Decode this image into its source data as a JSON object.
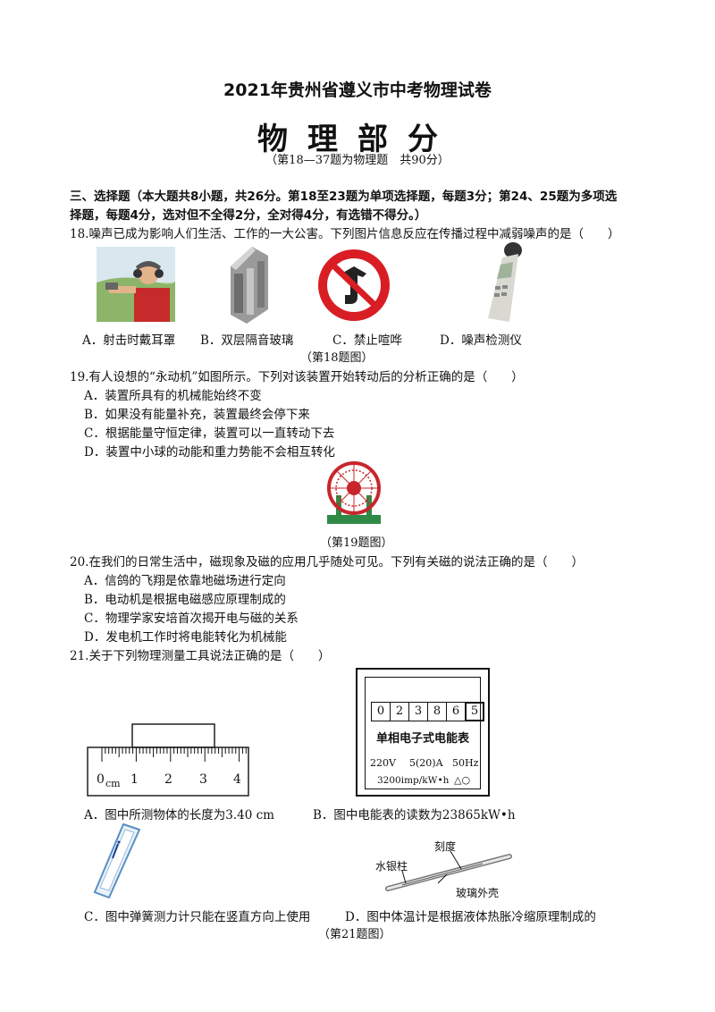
{
  "header": {
    "title": "2021年贵州省遵义市中考物理试卷",
    "section_big": "物理部分",
    "section_note": "（第18—37题为物理题　共90分）"
  },
  "section": {
    "line1": "三、选择题（本大题共8小题，共26分。第18至23题为单项选择题，每题3分；第24、25题为多项选",
    "line2": "择题，每题4分，选对但不全得2分，全对得4分，有选错不得分。）"
  },
  "q18": {
    "stem": "18.噪声已成为影响人们生活、工作的一大公害。下列图片信息反应在传播过程中减弱噪声的是（　　）",
    "opt_a": "A．射击时戴耳罩",
    "opt_b": "B．双层隔音玻璃",
    "opt_c": "C．禁止喧哗",
    "opt_d": "D．噪声检测仪",
    "caption": "（第18题图）"
  },
  "q19": {
    "stem": "19.有人设想的“永动机”如图所示。下列对该装置开始转动后的分析正确的是（　　）",
    "opt_a": "A．装置所具有的机械能始终不变",
    "opt_b": "B．如果没有能量补充，装置最终会停下来",
    "opt_c": "C．根据能量守恒定律，装置可以一直转动下去",
    "opt_d": "D．装置中小球的动能和重力势能不会相互转化",
    "caption": "（第19题图）"
  },
  "q20": {
    "stem": "20.在我们的日常生活中，磁现象及磁的应用几乎随处可见。下列有关磁的说法正确的是（　　）",
    "opt_a": "A．信鸽的飞翔是依靠地磁场进行定向",
    "opt_b": "B．电动机是根据电磁感应原理制成的",
    "opt_c": "C．物理学家安培首次揭开电与磁的关系",
    "opt_d": "D．发电机工作时将电能转化为机械能"
  },
  "q21": {
    "stem": "21.关于下列物理测量工具说法正确的是（　　）",
    "ruler_unit": "cm",
    "ruler_ticks": [
      "0",
      "1",
      "2",
      "3",
      "4"
    ],
    "meter_digits": [
      "0",
      "2",
      "3",
      "8",
      "6",
      "5"
    ],
    "meter_title": "单相电子式电能表",
    "meter_v": "220V",
    "meter_a": "5(20)A",
    "meter_hz": "50Hz",
    "meter_imp": "3200imp/kW•h",
    "meter_sym": "△○",
    "thermo_label1": "刻度",
    "thermo_label2": "水银柱",
    "thermo_label3": "玻璃外壳",
    "opt_a": "A．图中所测物体的长度为3.40  cm",
    "opt_b": "B．图中电能表的读数为23865kW•h",
    "opt_c": "C．图中弹簧测力计只能在竖直方向上使用",
    "opt_d": "D．图中体温计是根据液体热胀冷缩原理制成的",
    "caption": "（第21题图）"
  },
  "colors": {
    "sign_red": "#d81e24",
    "wheel_red": "#c8262c",
    "base_green": "#2f8a48"
  }
}
